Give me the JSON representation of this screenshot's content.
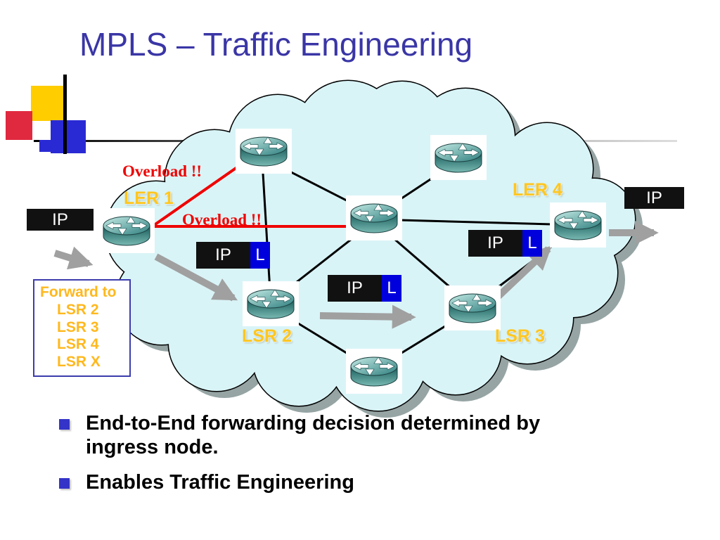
{
  "title": "MPLS – Traffic Engineering",
  "network": {
    "overload_labels": [
      "Overload !!",
      "Overload !!"
    ],
    "node_labels": {
      "ler1": "LER 1",
      "ler4": "LER 4",
      "lsr2": "LSR 2",
      "lsr3": "LSR 3"
    },
    "packets": {
      "left_ip": "IP",
      "right_ip": "IP",
      "labeled": {
        "ip": "IP",
        "label": "L"
      }
    },
    "forward_box": {
      "title": "Forward to",
      "entries": [
        "LSR 2",
        "LSR 3",
        "LSR 4",
        "LSR X"
      ]
    }
  },
  "bullets": [
    "End-to-End forwarding decision determined by ingress node.",
    "Enables Traffic Engineering"
  ],
  "icons": {
    "router": "router-icon",
    "traffic_arrow": "gray-arrow-icon"
  },
  "colors": {
    "title": "#3a36a6",
    "cloud_fill": "#d9f4f7",
    "node_label_yellow": "#ffc61e",
    "overload_red": "#f00000",
    "packet_bg_black": "#111111",
    "packet_label_blue": "#0000dd",
    "bullet_blue": "#3434c8",
    "link_black": "#000000",
    "traffic_gray": "#a0a0a0"
  }
}
